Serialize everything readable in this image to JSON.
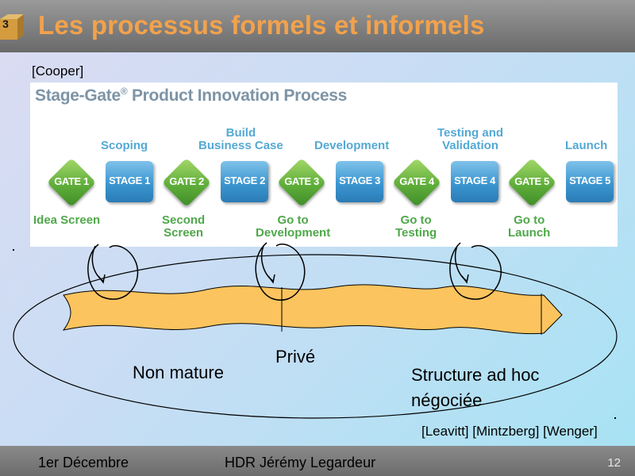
{
  "header": {
    "chapter_number": "3",
    "title": "Les processus formels et informels"
  },
  "citation_top": "[Cooper]",
  "stage_gate": {
    "title": "Stage-Gate",
    "title_reg": "®",
    "title_rest": " Product Innovation Process",
    "stage_labels": {
      "scoping": "Scoping",
      "business_case": "Build\nBusiness Case",
      "development": "Development",
      "testing": "Testing and\nValidation",
      "launch": "Launch"
    },
    "gate_labels": {
      "idea": "Idea Screen",
      "second": "Second\nScreen",
      "go_dev": "Go to\nDevelopment",
      "go_test": "Go to\nTesting",
      "go_launch": "Go to\nLaunch"
    },
    "gates": [
      "GATE 1",
      "GATE 2",
      "GATE 3",
      "GATE 4",
      "GATE 5"
    ],
    "stages": [
      "STAGE 1",
      "STAGE 2",
      "STAGE 3",
      "STAGE 4",
      "STAGE 5"
    ],
    "colors": {
      "gate_green": "#5fae3a",
      "stage_blue": "#3c96d0",
      "title_grey": "#7d94a6"
    }
  },
  "diagram": {
    "label_prive": "Privé",
    "label_non_mature": "Non mature",
    "label_structure": "Structure ad hoc\nnégociée",
    "colors": {
      "arrow_fill": "#fcc45e",
      "title_orange": "#f2a24c"
    }
  },
  "citation_bottom": "[Leavitt] [Mintzberg] [Wenger]",
  "footer": {
    "date": "1er Décembre",
    "author": "HDR Jérémy Legardeur",
    "page": "12"
  }
}
